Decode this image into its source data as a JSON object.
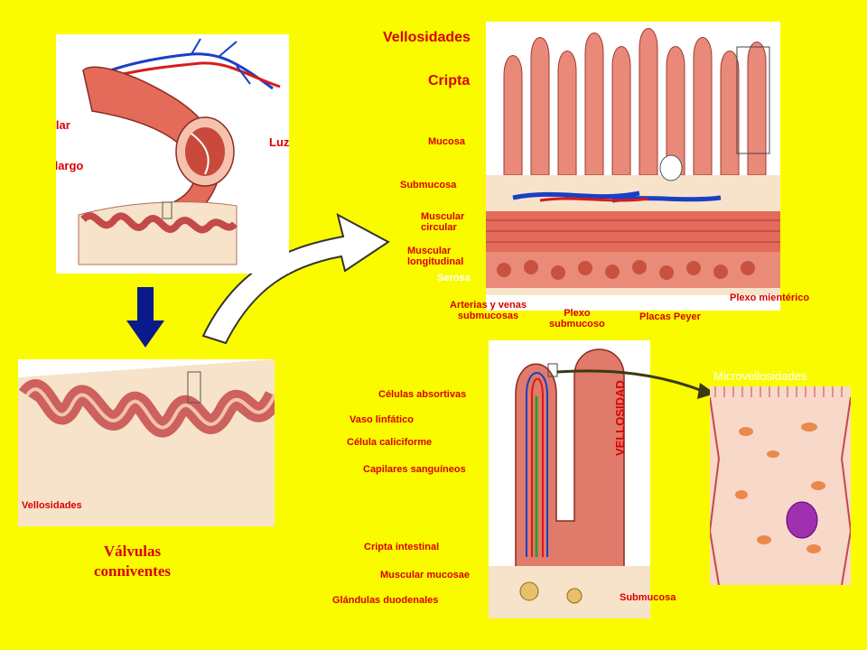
{
  "panel_tl": {
    "capa_muscular": "Capa\nmuscular",
    "pliegue": "Pliegue\ncircular largo",
    "luz": "Luz"
  },
  "panel_ml": {
    "vellosidades": "Vellosidades",
    "valvulas": "Válvulas\nconniventes"
  },
  "panel_tr": {
    "vellosidades": "Vellosidades",
    "cripta": "Cripta",
    "mucosa": "Mucosa",
    "submucosa": "Submucosa",
    "muscular_circular": "Muscular\ncircular",
    "muscular_longitudinal": "Muscular\nlongitudinal",
    "serosa": "Serosa",
    "arterias": "Arterias y venas\nsubmucosas",
    "plexo_submucoso": "Plexo\nsubmucoso",
    "placas_peyer": "Placas Peyer",
    "plexo_mienterico": "Plexo mientérico"
  },
  "panel_br": {
    "celulas_absortivas": "Células absortivas",
    "vaso_linfatico": "Vaso linfático",
    "celula_caliciforme": "Célula caliciforme",
    "capilares": "Capilares sanguíneos",
    "cripta_intestinal": "Cripta intestinal",
    "muscular_mucosae": "Muscular mucosae",
    "glandulas": "Glándulas duodenales",
    "submucosa": "Submucosa",
    "vellosidad": "VELLOSIDAD",
    "microvellosidades": "Microvellosidades"
  },
  "colors": {
    "background": "#fbfb00",
    "label": "#d90000",
    "arrow_down": "#0a1a8a",
    "tissue": "#e07a6a",
    "tissue_light": "#f5c2ad",
    "vein": "#1a3fc4",
    "artery": "#d91a1a"
  }
}
